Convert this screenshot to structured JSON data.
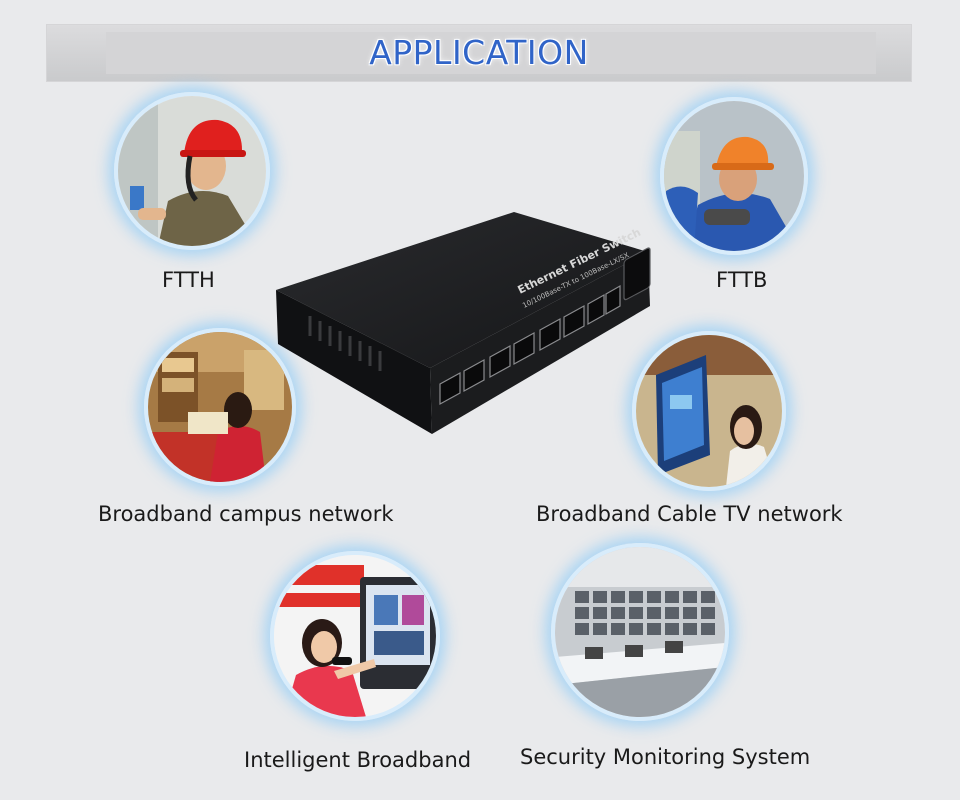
{
  "banner": {
    "title": "APPLICATION"
  },
  "device": {
    "label": "Ethernet Fiber Switch",
    "sublabel": "10/100Base-TX to 100Base-LX/SX"
  },
  "applications": [
    {
      "caption": "FTTH",
      "icon": "technician-red-helmet-photo"
    },
    {
      "caption": "FTTB",
      "icon": "technician-orange-helmet-photo"
    },
    {
      "caption": "Broadband campus network",
      "icon": "student-at-desk-photo"
    },
    {
      "caption": "Broadband Cable TV network",
      "icon": "woman-watching-tv-photo"
    },
    {
      "caption": "Intelligent Broadband",
      "icon": "woman-with-remote-photo"
    },
    {
      "caption": "Security Monitoring System",
      "icon": "control-room-photo"
    }
  ],
  "colors": {
    "title_blue": "#3064c8",
    "circle_glow": "#96cdf5",
    "device_body": "#1b1c1e"
  }
}
